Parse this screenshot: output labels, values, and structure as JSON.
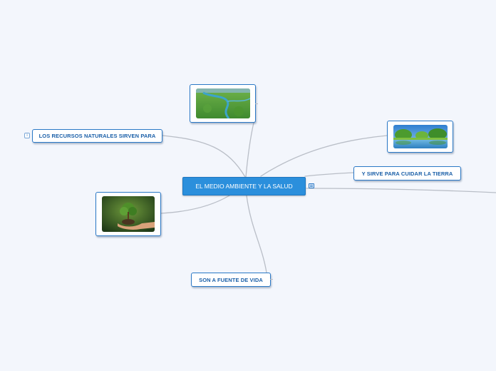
{
  "map": {
    "central_topic": "EL MEDIO AMBIENTE Y LA SALUD",
    "topics": {
      "recursos": "LOS RECURSOS NATURALES SIRVEN PARA",
      "cuidar": "Y SIRVE PARA CUIDAR LA TIERRA",
      "fuente": "SON A FUENTE DE VIDA"
    },
    "images": {
      "river_forest": "aerial-forest-river-photo",
      "lake_trees": "lake-trees-sky-photo",
      "hands_tree": "hands-holding-sapling-photo"
    },
    "icons": {
      "note": "note-icon",
      "info": "info-icon"
    },
    "colors": {
      "background": "#f3f6fc",
      "central_fill": "#2b8fdc",
      "node_border": "#2a78c6",
      "node_text": "#1a5fa8",
      "connector": "#b8bcc4"
    }
  }
}
